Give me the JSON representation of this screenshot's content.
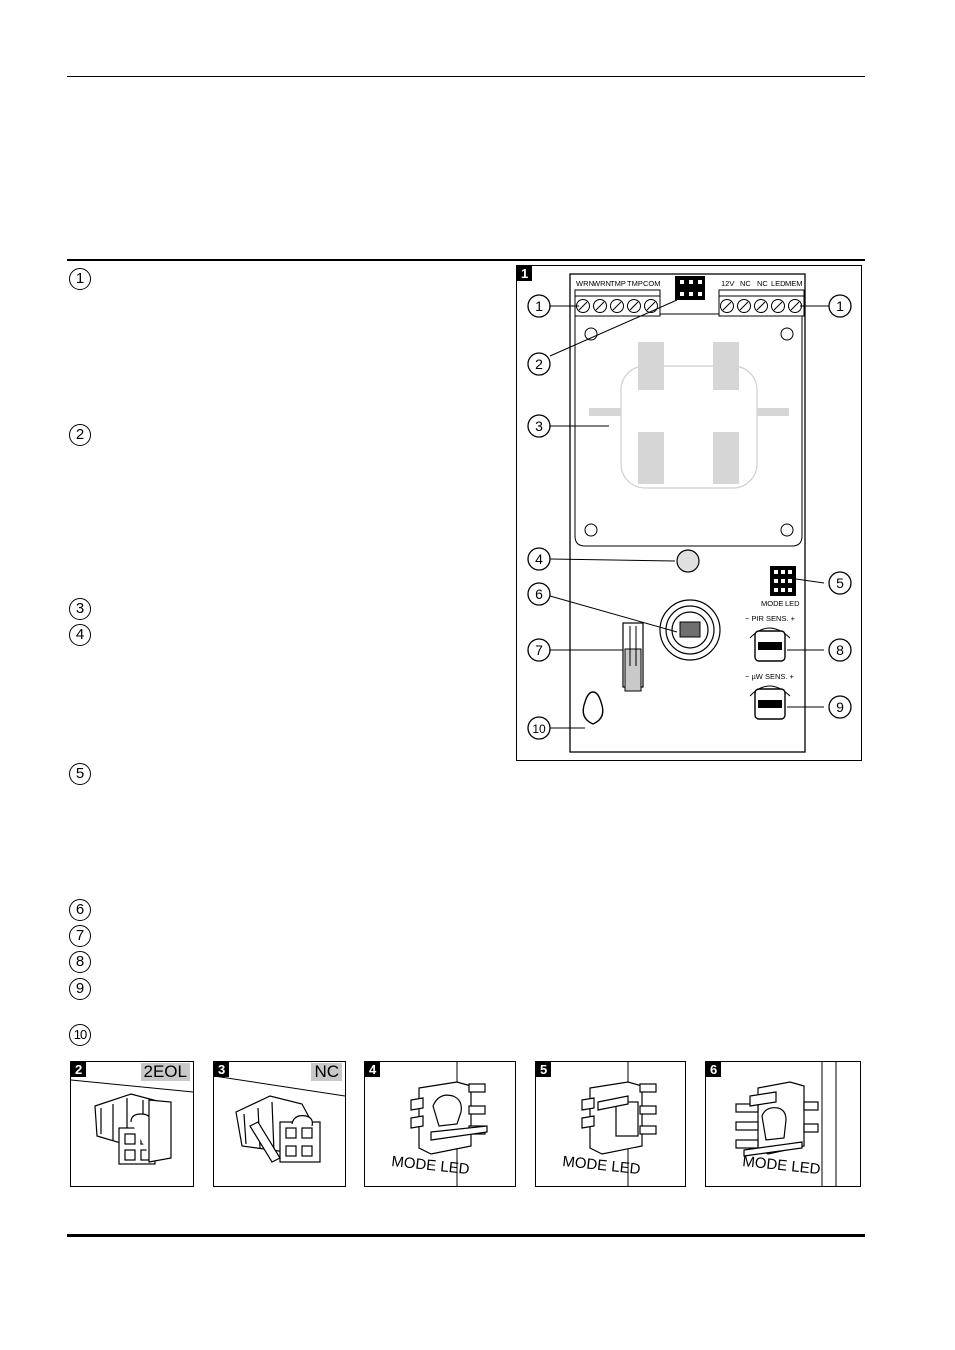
{
  "page": {
    "list_markers": [
      "1",
      "2",
      "3",
      "4",
      "5",
      "6",
      "7",
      "8",
      "9",
      "10"
    ]
  },
  "main_figure": {
    "tag": "1",
    "left_terminals": [
      "WRN",
      "WRN",
      "TMP",
      "TMP",
      "COM"
    ],
    "right_terminals": [
      "12V",
      "NC",
      "NC",
      "LED",
      "MEM"
    ],
    "jumper_caption": [
      "MODE",
      "LED"
    ],
    "pir_label": "− PIR SENS. +",
    "mw_label": "− µW SENS. +",
    "callouts": [
      "1",
      "1",
      "2",
      "3",
      "4",
      "5",
      "6",
      "7",
      "8",
      "9",
      "10"
    ]
  },
  "small_figures": [
    {
      "tag": "2",
      "label": "2EOL"
    },
    {
      "tag": "3",
      "label": "NC"
    },
    {
      "tag": "4",
      "label": "MODE LED"
    },
    {
      "tag": "5",
      "label": "MODE LED"
    },
    {
      "tag": "6",
      "label": "MODE LED"
    }
  ],
  "colors": {
    "label_bg": "#c8c8c8",
    "lens_gray": "#d6d6d6",
    "ink": "#000000"
  }
}
